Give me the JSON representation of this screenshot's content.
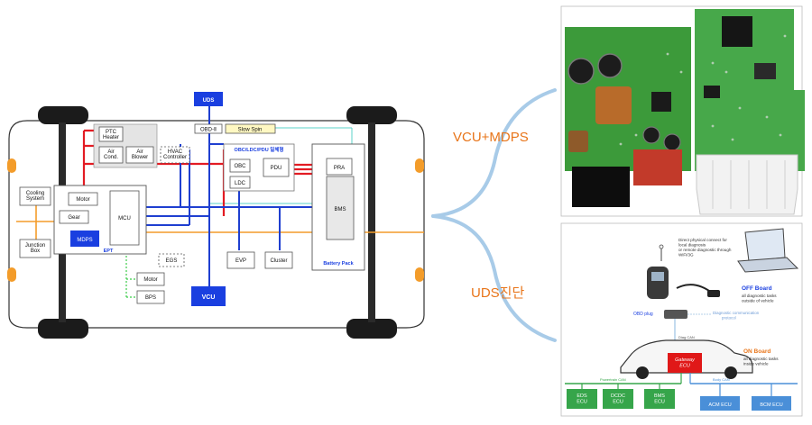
{
  "colors": {
    "power_line": "#e31b23",
    "can_line": "#1f3fd0",
    "cooling_line": "#f39c2a",
    "diag_line": "#3ccc4a",
    "accent_blue": "#1a3fe0",
    "orange_caption": "#e8751a",
    "pcb_green": "#3fa03a",
    "connector_blue": "#9cc3e4",
    "ecu_green": "#36a54a",
    "ecu_blue": "#4a8fd8",
    "gateway_red": "#e01818"
  },
  "vehicle_diagram": {
    "uds_top": "UDS",
    "obd": "OBD-Ⅱ",
    "slow_spin": "Slow Spin",
    "ptc_heater": "PTC\nHeater",
    "air_cond": "Air\nCond.",
    "air_blower": "Air\nBlower",
    "hvac_controller": "HVAC\nController",
    "integration_title": "OBC/LDC/PDU 일체형",
    "obc": "OBC",
    "ldc": "LDC",
    "pdu": "PDU",
    "pra": "PRA",
    "bms": "BMS",
    "battery_pack": "Battery Pack",
    "cooling_system": "Cooling\nSystem",
    "junction_box": "Junction\nBox",
    "motor": "Motor",
    "gear": "Gear",
    "mcu": "MCU",
    "mdps": "MDPS",
    "ept": "EPT",
    "egs": "EGS",
    "motor2": "Motor",
    "bps": "BPS",
    "evp": "EVP",
    "cluster": "Cluster",
    "vcu": "VCU"
  },
  "captions": {
    "vcu_mdps": "VCU+MDPS",
    "uds_diag": "UDS진단"
  },
  "uds_panel": {
    "remote_text": "Direct physical connect for local diagnosis or remote diagnostic through WiFi/3G",
    "off_board_title": "OFF Board",
    "off_board_desc": "all diagnostic tasks outside of vehicle",
    "obd_plug": "OBD plug",
    "diag_protocol": "Diagnostic communication protocol",
    "on_board_title": "ON Board",
    "on_board_desc": "all diagnostic tasks inside vehicle",
    "gateway": "Gateway\nECU",
    "diag_can": "Diag CAN",
    "powertrain_can": "Powertrain CAN",
    "body_can": "Body CAN",
    "ecus_green": [
      "EDS\nECU",
      "DCDC\nECU",
      "BMS\nECU"
    ],
    "ecus_blue": [
      "ACM ECU",
      "BCM ECU"
    ]
  }
}
